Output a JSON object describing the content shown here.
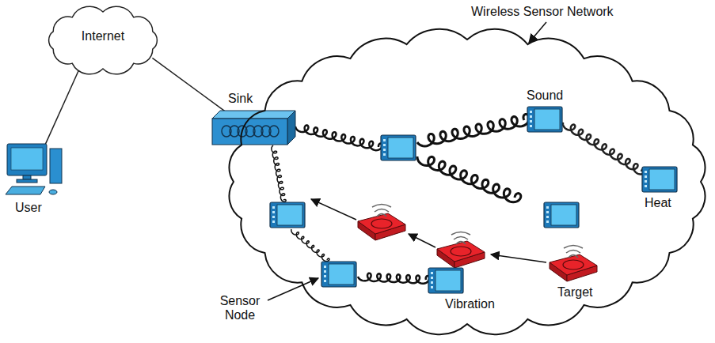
{
  "diagram": {
    "nodes": [
      {
        "text": [
          "Internet"
        ]
      },
      {
        "text": [
          "User"
        ]
      },
      {
        "text": [
          "Sink"
        ]
      },
      {
        "text": [
          "Wireless Sensor Network"
        ]
      },
      {
        "text": [
          "Sound"
        ],
        "in": 3
      },
      {
        "text": [
          "Heat"
        ],
        "in": 3
      },
      {
        "text": [
          "Target"
        ],
        "in": 3
      },
      {
        "text": [
          "Vibration"
        ],
        "in": 3
      }
    ],
    "edges": [
      {
        "from": 1,
        "to": 0,
        "arrow": "none"
      },
      {
        "from": 0,
        "to": 2,
        "arrow": "none"
      },
      {
        "from": 4,
        "to": 5,
        "arrow": "none"
      }
    ],
    "labels": [
      "Sensor Node"
    ]
  }
}
